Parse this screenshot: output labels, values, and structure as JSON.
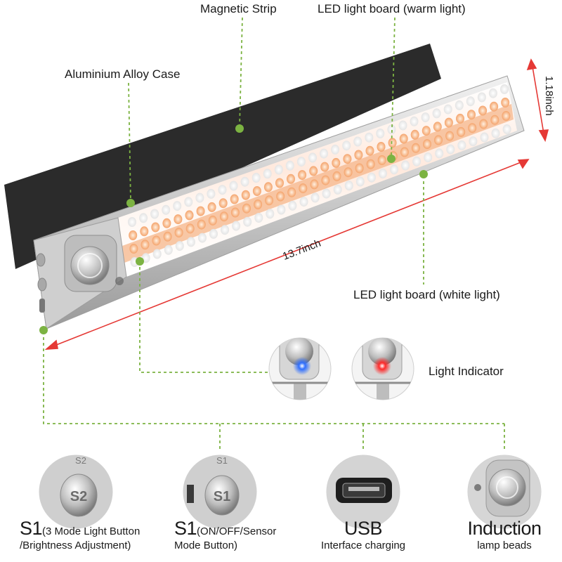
{
  "callouts": {
    "magnetic_strip": "Magnetic Strip",
    "led_warm": "LED light board (warm light)",
    "aluminium_case": "Aluminium Alloy Case",
    "led_white": "LED light board (white light)",
    "light_indicator": "Light Indicator"
  },
  "dimensions": {
    "length": "13.7inch",
    "height": "1.18inch"
  },
  "parts": [
    {
      "title": "S1",
      "title_suffix": "(3 Mode Light Button",
      "subtitle": "/Brightness Adjustment)",
      "icon": "s2-button-icon",
      "button_text": "S2"
    },
    {
      "title": "S1",
      "title_suffix": "(ON/OFF/Sensor",
      "subtitle": "Mode Button)",
      "icon": "s1-button-icon",
      "button_text": "S1"
    },
    {
      "title": "USB",
      "title_suffix": "",
      "subtitle": "Interface charging",
      "icon": "usb-port-icon"
    },
    {
      "title": "Induction",
      "title_suffix": "",
      "subtitle": "lamp beads",
      "icon": "pir-sensor-icon"
    }
  ],
  "colors": {
    "leader_line": "#7cb342",
    "dimension_arrow": "#e53935",
    "indicator_blue": "#2f6fff",
    "indicator_red": "#ff2a2a",
    "warm_led": "#f4a36b",
    "strip": "#2b2b2b"
  }
}
